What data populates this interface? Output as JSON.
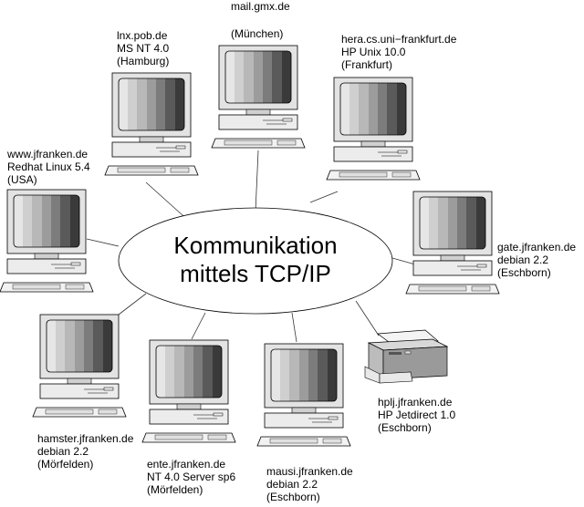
{
  "center": {
    "line1": "Kommunikation",
    "line2": "mittels TCP/IP"
  },
  "hosts": [
    {
      "id": "mail",
      "lines": [
        "mail.gmx.de",
        "",
        "(München)"
      ]
    },
    {
      "id": "lnx",
      "lines": [
        "lnx.pob.de",
        "MS NT 4.0",
        "(Hamburg)"
      ]
    },
    {
      "id": "hera",
      "lines": [
        "hera.cs.uni−frankfurt.de",
        "HP Unix 10.0",
        "(Frankfurt)"
      ]
    },
    {
      "id": "www",
      "lines": [
        "www.jfranken.de",
        "Redhat Linux 5.4",
        "(USA)"
      ]
    },
    {
      "id": "gate",
      "lines": [
        "gate.jfranken.de",
        "debian 2.2",
        "(Eschborn)"
      ]
    },
    {
      "id": "hplj",
      "lines": [
        "hplj.jfranken.de",
        "HP Jetdirect 1.0",
        "(Eschborn)"
      ]
    },
    {
      "id": "hamster",
      "lines": [
        "hamster.jfranken.de",
        "debian 2.2",
        "(Mörfelden)"
      ]
    },
    {
      "id": "ente",
      "lines": [
        "ente.jfranken.de",
        "NT 4.0 Server sp6",
        "(Mörfelden)"
      ]
    },
    {
      "id": "mausi",
      "lines": [
        "mausi.jfranken.de",
        "debian 2.2",
        "(Eschborn)"
      ]
    }
  ]
}
